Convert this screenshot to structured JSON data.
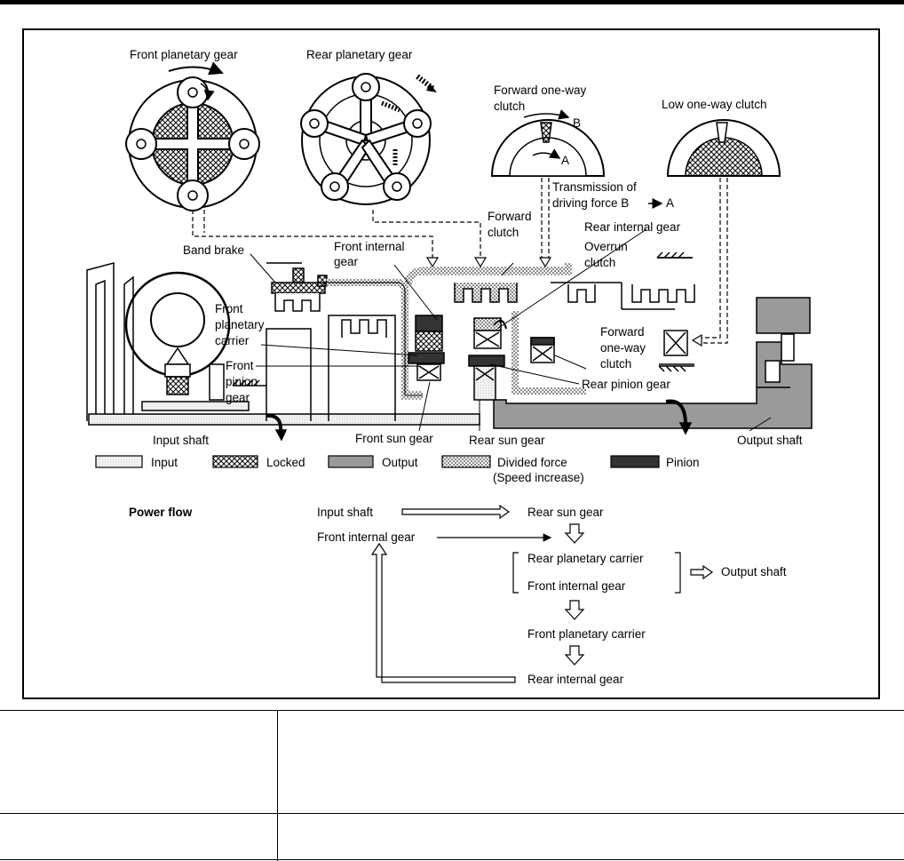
{
  "diagram": {
    "gear_labels": {
      "front_planetary_gear": "Front planetary gear",
      "rear_planetary_gear": "Rear planetary gear",
      "forward_one_way_clutch_title_1": "Forward one-way",
      "forward_one_way_clutch_title_2": "clutch",
      "low_one_way_clutch": "Low one-way clutch",
      "arrow_b": "B",
      "arrow_a": "A",
      "transmission_1": "Transmission of",
      "transmission_2": "driving force B",
      "transmission_arrow": "A"
    },
    "component_labels": {
      "forward_clutch_1": "Forward",
      "forward_clutch_2": "clutch",
      "rear_internal_gear": "Rear internal gear",
      "overrun_clutch_1": "Overrun",
      "overrun_clutch_2": "clutch",
      "band_brake": "Band brake",
      "front_internal_gear_1": "Front internal",
      "front_internal_gear_2": "gear",
      "front_planetary_carrier_1": "Front",
      "front_planetary_carrier_2": "planetary",
      "front_planetary_carrier_3": "carrier",
      "front_pinion_gear_1": "Front",
      "front_pinion_gear_2": "pinion",
      "front_pinion_gear_3": "gear",
      "forward_one_way_clutch_1": "Forward",
      "forward_one_way_clutch_2": "one-way",
      "forward_one_way_clutch_3": "clutch",
      "rear_pinion_gear": "Rear pinion gear",
      "input_shaft": "Input shaft",
      "front_sun_gear": "Front sun gear",
      "rear_sun_gear": "Rear sun gear",
      "output_shaft": "Output shaft"
    },
    "legend": {
      "input": "Input",
      "locked": "Locked",
      "output": "Output",
      "divided_force_1": "Divided force",
      "divided_force_2": "(Speed increase)",
      "pinion": "Pinion"
    },
    "power_flow": {
      "title": "Power flow",
      "input_shaft": "Input shaft",
      "rear_sun_gear": "Rear sun gear",
      "front_internal_gear": "Front internal gear",
      "rear_planetary_carrier": "Rear planetary carrier",
      "front_internal_gear_2": "Front internal gear",
      "output_shaft": "Output shaft",
      "front_planetary_carrier": "Front planetary carrier",
      "rear_internal_gear": "Rear internal gear"
    },
    "colors": {
      "line": "#000000",
      "output_fill": "#9a9a9a",
      "pinion_fill": "#333333",
      "input_fill": "#e8e8e8"
    }
  }
}
